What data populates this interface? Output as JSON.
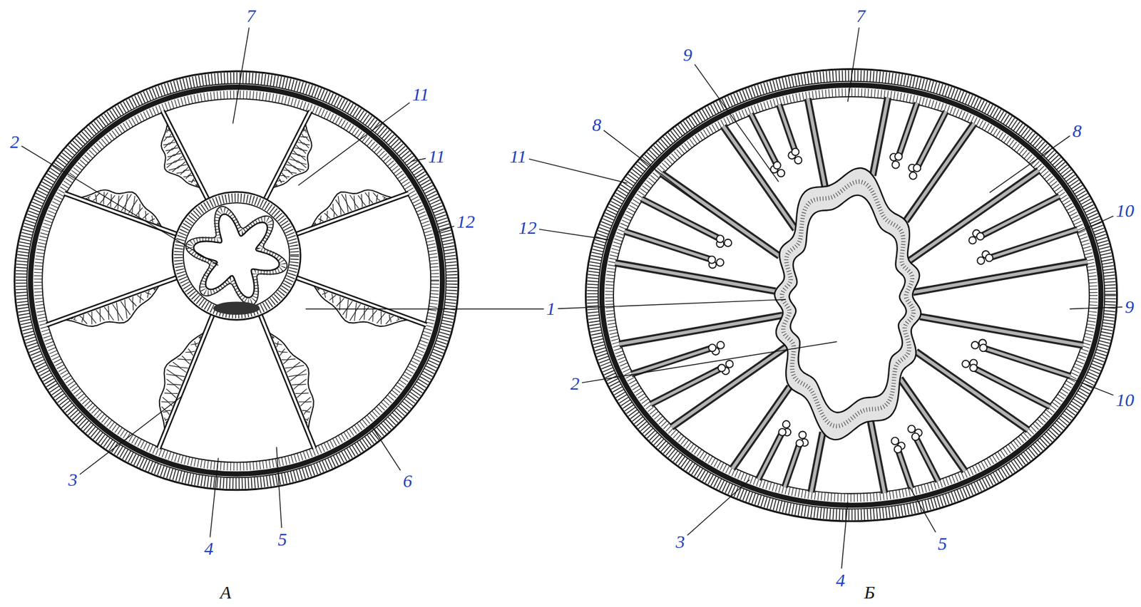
{
  "diagram": {
    "labels": [
      "7",
      "11",
      "2",
      "11",
      "12",
      "1",
      "3",
      "4",
      "5",
      "6",
      "А",
      "9",
      "7",
      "8",
      "8",
      "11",
      "12",
      "10",
      "2",
      "9",
      "10",
      "3",
      "4",
      "5",
      "Б"
    ]
  }
}
